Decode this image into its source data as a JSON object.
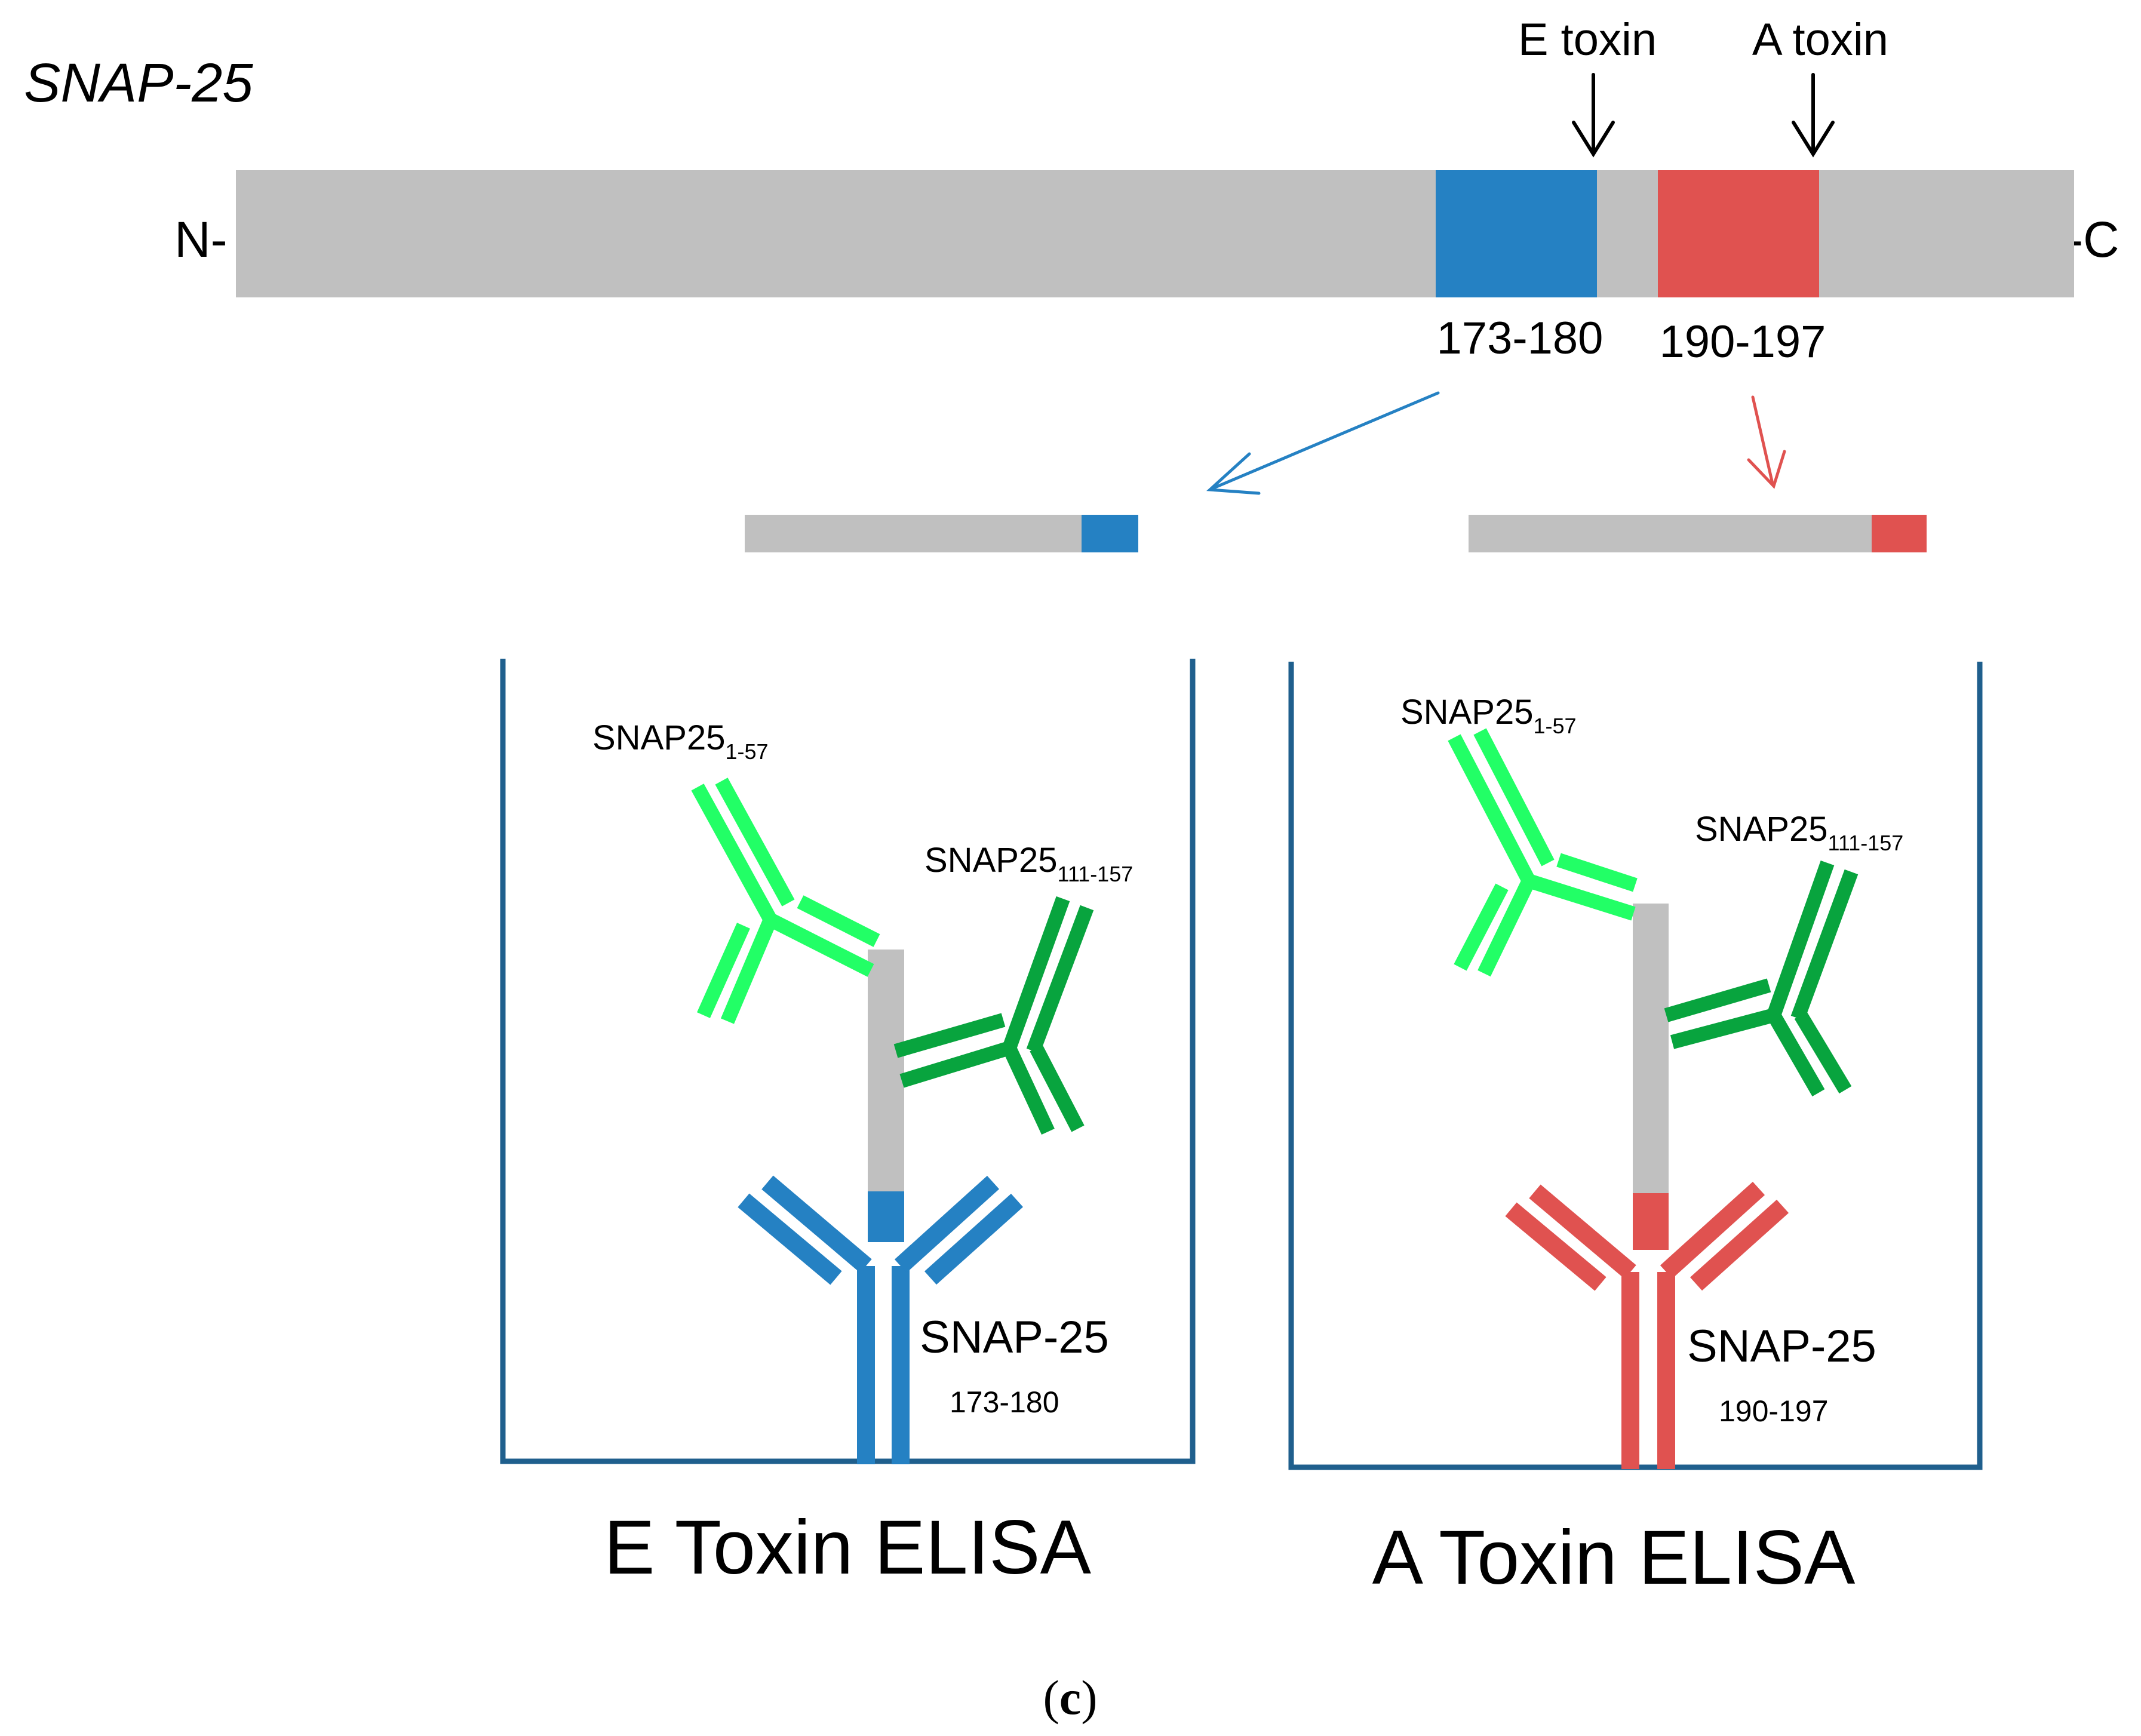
{
  "protein_name": "SNAP-25",
  "terminus_n": "N-",
  "terminus_c": "-C",
  "toxins": {
    "e_label": "E toxin",
    "a_label": "A toxin"
  },
  "regions": {
    "blue_range": "173-180",
    "red_range": "190-197"
  },
  "e_well": {
    "upper_antibody_base": "SNAP25",
    "upper_antibody_sub": "1-57",
    "lower_antibody_base": "SNAP25",
    "lower_antibody_sub": "111-157",
    "capture_label": "SNAP-25",
    "capture_range": "173-180",
    "title": "E Toxin ELISA"
  },
  "a_well": {
    "upper_antibody_base": "SNAP25",
    "upper_antibody_sub": "1-57",
    "lower_antibody_base": "SNAP25",
    "lower_antibody_sub": "111-157",
    "capture_label": "SNAP-25",
    "capture_range": "190-197",
    "title": "A Toxin ELISA"
  },
  "panel_label": {
    "open": "(",
    "letter": "c",
    "close": ")"
  },
  "colors": {
    "gray": "#c0c0c0",
    "blue": "#2581c3",
    "red": "#e05250",
    "light_green": "#22ff66",
    "dark_green": "#08a43e",
    "well_border": "#1f5f8d"
  }
}
